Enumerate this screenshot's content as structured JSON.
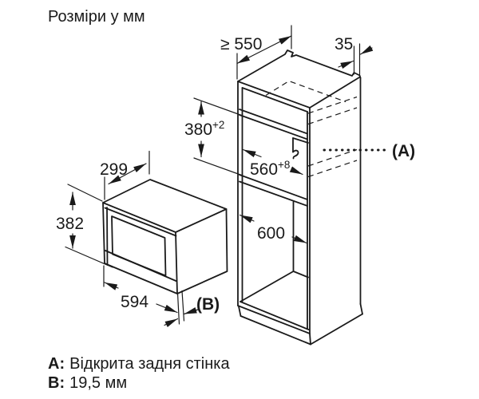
{
  "title": "Розміри у мм",
  "dimensions": {
    "cabinet_depth": {
      "value": "≥ 550"
    },
    "top_clearance": {
      "value": "35"
    },
    "niche_height": {
      "value": "380",
      "tolerance": "+2"
    },
    "niche_width": {
      "value": "560",
      "tolerance": "+8"
    },
    "lower_niche_width": {
      "value": "600"
    },
    "appliance_depth": {
      "value": "299"
    },
    "appliance_height": {
      "value": "382"
    },
    "appliance_width": {
      "value": "594"
    },
    "callout_a": "(A)",
    "callout_b": "(B)"
  },
  "legend": {
    "a_key": "A:",
    "a_value": "Відкрита задня стінка",
    "b_key": "B:",
    "b_value": "19,5 мм"
  },
  "colors": {
    "line": "#1a1a1a",
    "background": "#ffffff"
  }
}
